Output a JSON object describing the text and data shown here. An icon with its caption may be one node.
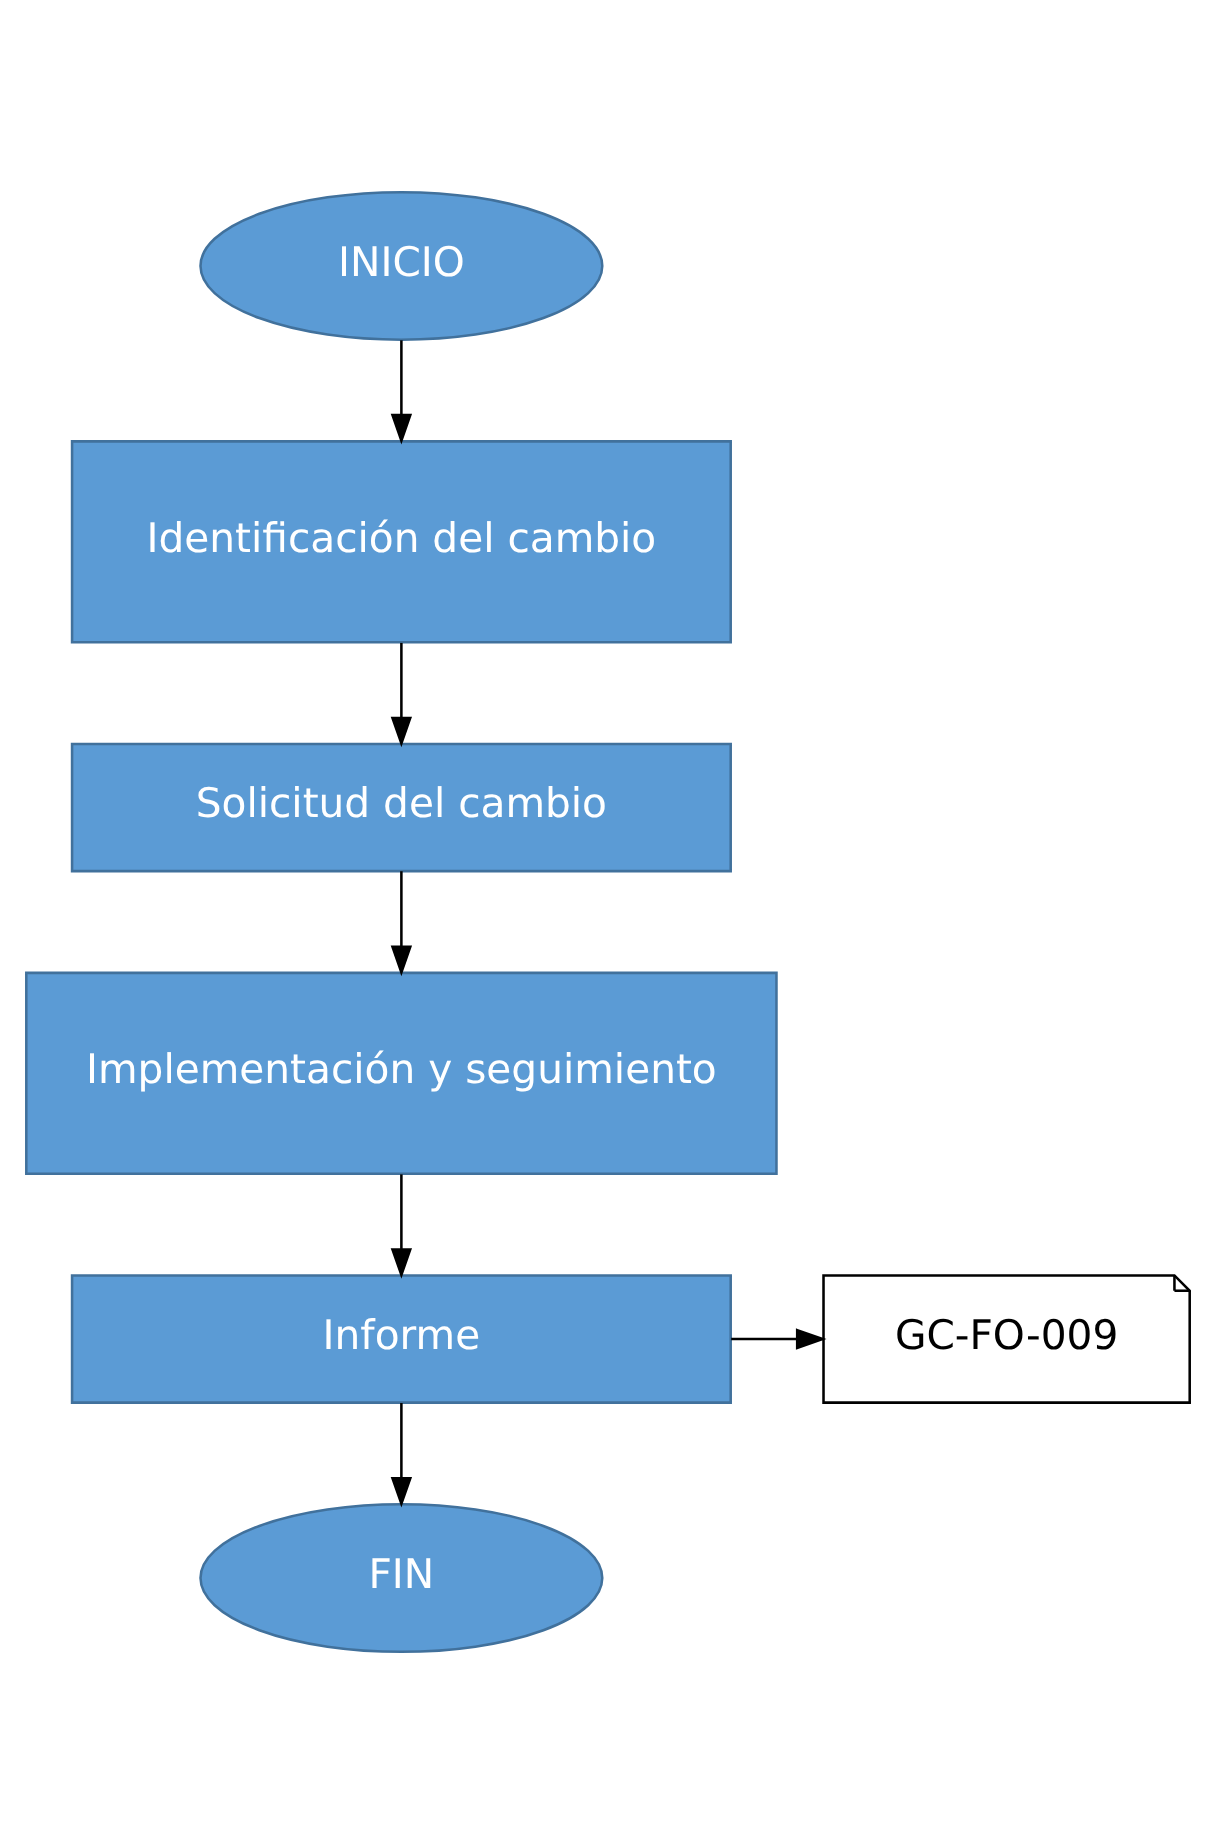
{
  "diagram": {
    "nodes": [
      {
        "text": [
          "INICIO"
        ]
      },
      {
        "text": [
          "Identificación del cambio"
        ]
      },
      {
        "text": [
          "Solicitud del cambio"
        ]
      },
      {
        "text": [
          "Implementación y seguimiento"
        ]
      },
      {
        "text": [
          "Informe"
        ]
      },
      {
        "text": [
          "GC-FO-009"
        ]
      },
      {
        "text": [
          "FIN"
        ]
      }
    ],
    "edges": [
      {
        "from": 0,
        "to": 1,
        "arrow": "to"
      },
      {
        "from": 1,
        "to": 2,
        "arrow": "to"
      },
      {
        "from": 2,
        "to": 3,
        "arrow": "to"
      },
      {
        "from": 3,
        "to": 4,
        "arrow": "to"
      },
      {
        "from": 4,
        "to": 5,
        "arrow": "to"
      },
      {
        "from": 4,
        "to": 6,
        "arrow": "to"
      }
    ]
  }
}
